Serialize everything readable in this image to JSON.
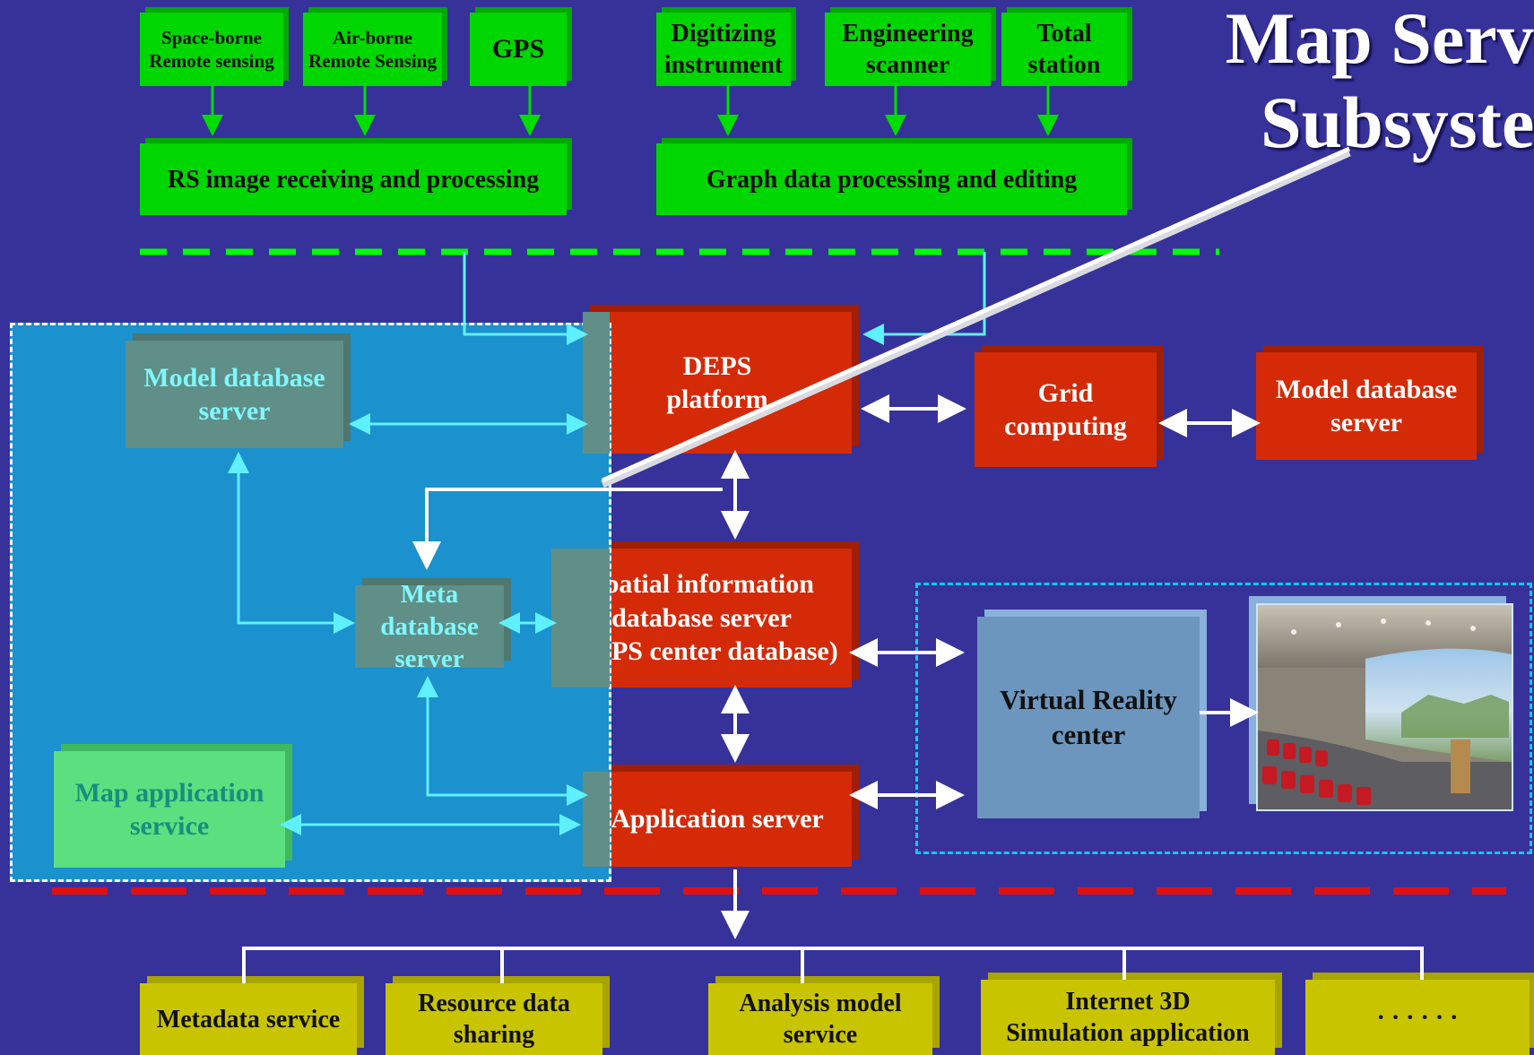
{
  "title": [
    "Map Serv",
    "Subsyste"
  ],
  "sources": {
    "spaceborne": [
      "Space-borne",
      "Remote sensing"
    ],
    "airborne": [
      "Air-borne",
      "Remote Sensing"
    ],
    "gps": "GPS",
    "digitizing": [
      "Digitizing",
      "instrument"
    ],
    "scanner": [
      "Engineering",
      "scanner"
    ],
    "total_station": [
      "Total",
      "station"
    ]
  },
  "processing": {
    "rs": "RS image receiving and processing",
    "graph": "Graph data processing and editing"
  },
  "core": {
    "deps_platform": [
      "DEPS",
      "platform"
    ],
    "grid_computing": "Grid computing",
    "model_db_right": [
      "Model database",
      "server"
    ],
    "spatial_db": [
      "Spatial information",
      "database server",
      "(DEPS center database)"
    ],
    "app_server": "Application server"
  },
  "panel": {
    "model_db": [
      "Model database",
      "server"
    ],
    "meta_db": [
      "Meta database",
      "server"
    ],
    "map_app": [
      "Map application",
      "service"
    ]
  },
  "vr": [
    "Virtual Reality",
    "center"
  ],
  "services": {
    "metadata": "Metadata service",
    "resource": [
      "Resource data",
      "sharing"
    ],
    "analysis": [
      "Analysis model",
      "service"
    ],
    "internet3d": [
      "Internet 3D",
      "Simulation application"
    ],
    "more": "· · · · · ·"
  },
  "colors": {
    "background": "#36329a",
    "green_box": "#00d600",
    "red_box": "#d42a08",
    "yellow_box": "#c9c400",
    "panel": "#1b95cf",
    "cyan_arrow": "#5ff0ff",
    "green_dash": "#00ff00",
    "red_dash": "#e01010"
  }
}
